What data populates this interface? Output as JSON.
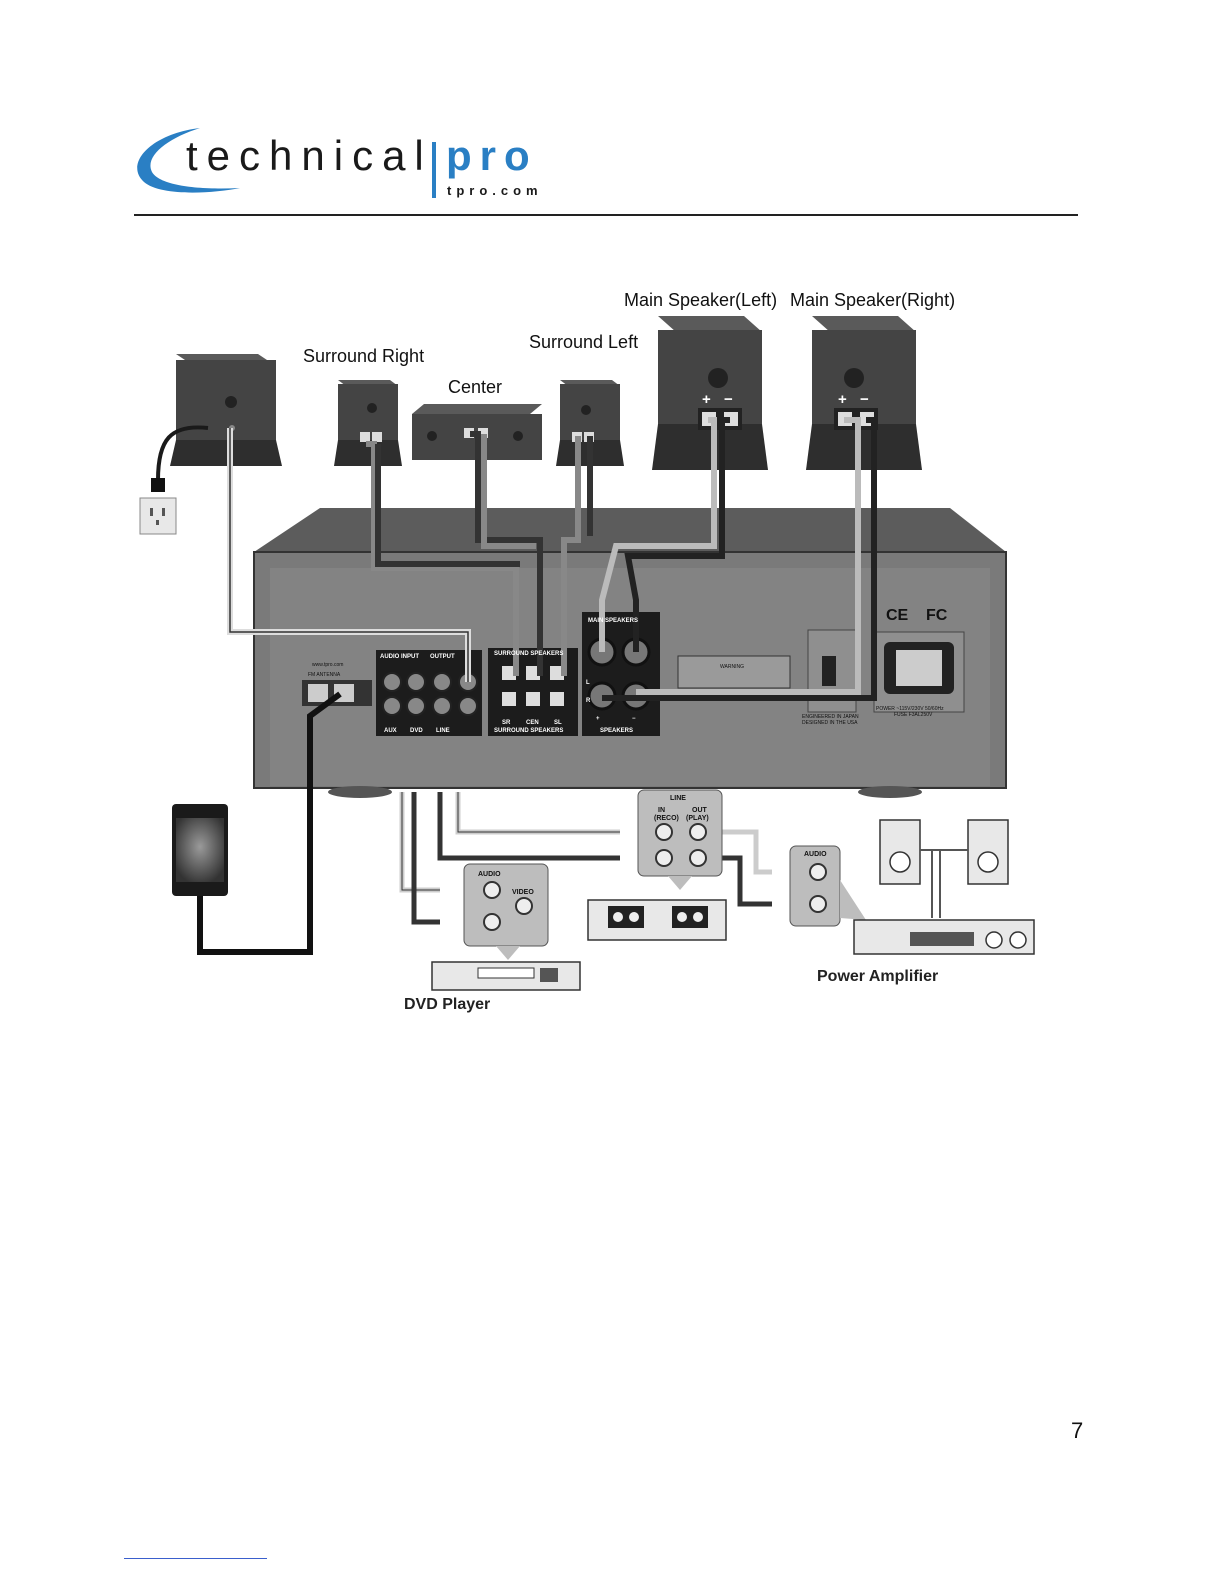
{
  "header": {
    "logo_text": "technical",
    "logo_pro": "pro",
    "logo_url": "tpro.com"
  },
  "diagram": {
    "labels": {
      "main_left": "Main Speaker(Left)",
      "main_right": "Main Speaker(Right)",
      "surround_right": "Surround Right",
      "surround_left": "Surround Left",
      "center": "Center",
      "power_amplifier": "Power Amplifier",
      "dvd_player": "DVD Player"
    },
    "panel": {
      "audio_input": "AUDIO INPUT",
      "output": "OUTPUT",
      "aux": "AUX",
      "dvd": "DVD",
      "line": "LINE",
      "surround_top": "SURROUND SPEAKERS",
      "surround_bottom": "SURROUND SPEAKERS",
      "main_speakers": "MAIN SPEAKERS",
      "speakers": "SPEAKERS",
      "sr": "SR",
      "cen": "CEN",
      "sl": "SL",
      "fm_antenna": "FM ANTENNA",
      "site": "www.tpro.com",
      "warning": "WARNING",
      "engineered": "ENGINEERED IN JAPAN",
      "designed": "DESIGNED IN THE USA",
      "power": "POWER ~115V/230V 50/60Hz",
      "fuse": "FUSE F3AL250V",
      "ce": "CE",
      "fc": "FC",
      "plus": "+",
      "minus": "−",
      "l": "L",
      "r": "R"
    },
    "recorder": {
      "line": "LINE",
      "in": "IN",
      "reco": "(RECO)",
      "out": "OUT",
      "play": "(PLAY)"
    },
    "dvd_box": {
      "audio": "AUDIO",
      "video": "VIDEO"
    },
    "amp_box": {
      "audio": "AUDIO"
    }
  },
  "footer": {
    "page_number": "7"
  }
}
